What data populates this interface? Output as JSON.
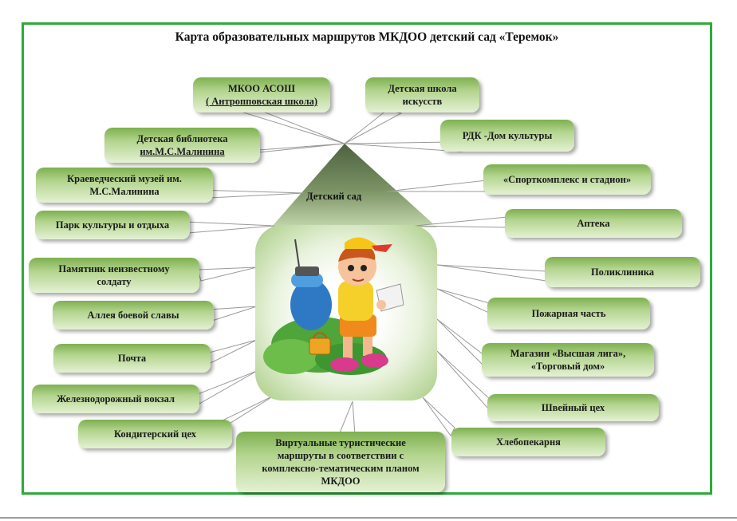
{
  "title": "Карта образовательных маршрутов  МКДОО детский сад «Теремок»",
  "center": {
    "label": "Детский сад"
  },
  "colors": {
    "frame": "#2faa3a",
    "bubble": "#9cc56d",
    "roof": "#6e8458"
  },
  "illustration": {
    "icon": "hiker-boy-icon"
  },
  "nodes": {
    "mkoo": {
      "line1": "МКОО АСОШ",
      "line2": "( Антропповская школа)"
    },
    "art_school": {
      "line1": "Детская школа",
      "line2": "искусств"
    },
    "library": {
      "line1": "Детская библиотека",
      "line2": "им.М.С.Малинина"
    },
    "rdk": {
      "line1": "РДК -Дом культуры"
    },
    "museum": {
      "line1": "Краеведческий музей им.",
      "line2": "М.С.Малинина"
    },
    "sport": {
      "line1": "«Спорткомплекс и стадион»"
    },
    "park": {
      "line1": "Парк  культуры и отдыха"
    },
    "pharmacy": {
      "line1": "Аптека"
    },
    "monument": {
      "line1": "Памятник неизвестному",
      "line2": "солдату"
    },
    "clinic": {
      "line1": "Поликлиника"
    },
    "alley": {
      "line1": "Аллея боевой славы"
    },
    "fire": {
      "line1": "Пожарная часть"
    },
    "post": {
      "line1": "Почта"
    },
    "shop": {
      "line1": "Магазин «Высшая лига»,",
      "line2": "«Торговый дом»"
    },
    "station": {
      "line1": "Железнодорожный вокзал"
    },
    "sewing": {
      "line1": "Швейный цех"
    },
    "confectionery": {
      "line1": "Кондитерский цех"
    },
    "bakery": {
      "line1": "Хлебопекарня"
    },
    "virtual": {
      "line1": "Виртуальные  туристические",
      "line2": "маршруты  в соответствии с",
      "line3": "комплексно-тематическим планом",
      "line4": "МКДОО"
    }
  }
}
